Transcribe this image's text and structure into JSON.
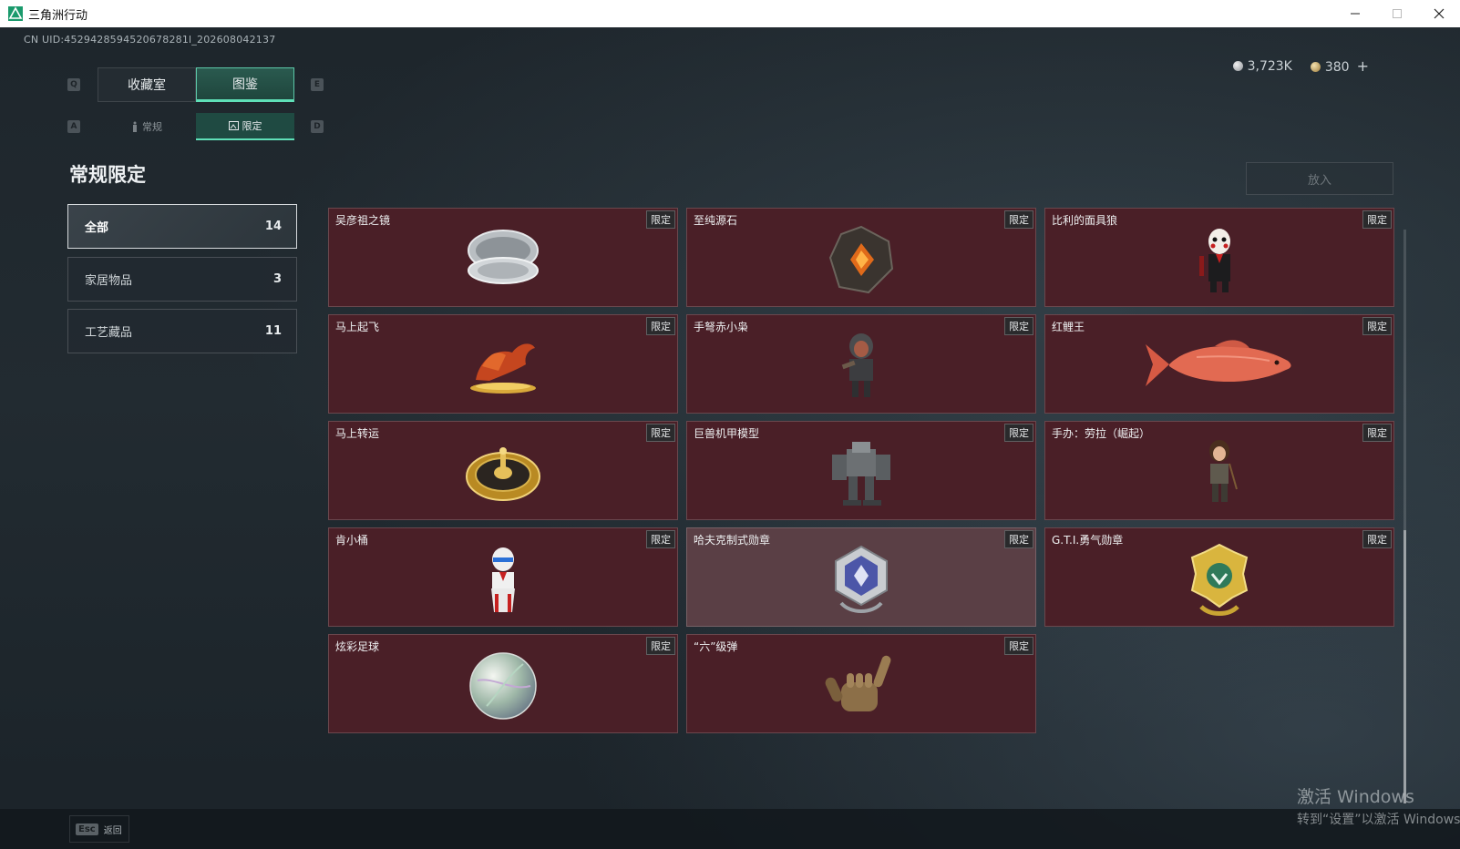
{
  "window": {
    "title": "三角洲行动"
  },
  "header": {
    "uid": "CN UID:4529428594520678281l_202608042137",
    "currency": {
      "silver": "3,723K",
      "gold": "380",
      "plus": "+"
    }
  },
  "keys": {
    "q": "Q",
    "e": "E",
    "a": "A",
    "d": "D"
  },
  "tabs": [
    {
      "label": "收藏室"
    },
    {
      "label": "图鉴"
    }
  ],
  "subtabs": [
    {
      "label": "常规"
    },
    {
      "label": "限定"
    }
  ],
  "section": {
    "title": "常规限定"
  },
  "put_button": "放入",
  "categories": [
    {
      "label": "全部",
      "count": "14"
    },
    {
      "label": "家居物品",
      "count": "3"
    },
    {
      "label": "工艺藏品",
      "count": "11"
    }
  ],
  "badge_label": "限定",
  "items": [
    {
      "name": "吴彦祖之镜",
      "icon": "mirror-icon"
    },
    {
      "name": "至纯源石",
      "icon": "stone-icon"
    },
    {
      "name": "比利的面具狼",
      "icon": "puppet-icon"
    },
    {
      "name": "马上起飞",
      "icon": "horse-icon"
    },
    {
      "name": "手弩赤小枭",
      "icon": "figure-icon"
    },
    {
      "name": "红鲤王",
      "icon": "fish-icon"
    },
    {
      "name": "马上转运",
      "icon": "compass-icon"
    },
    {
      "name": "巨兽机甲模型",
      "icon": "mech-icon"
    },
    {
      "name": "手办：劳拉（崛起）",
      "icon": "lara-icon"
    },
    {
      "name": "肯小桶",
      "icon": "bucket-figure-icon"
    },
    {
      "name": "哈夫克制式勋章",
      "icon": "hexagon-medal-icon"
    },
    {
      "name": "G.T.I.勇气勋章",
      "icon": "gold-medal-icon"
    },
    {
      "name": "炫彩足球",
      "icon": "football-icon"
    },
    {
      "name": "“六”级弹",
      "icon": "hand-sculpture-icon"
    }
  ],
  "footer": {
    "esc_key": "Esc",
    "back_label": "返回"
  },
  "watermark": {
    "line1": "激活 Windows",
    "line2": "转到“设置”以激活 Windows。"
  },
  "colors": {
    "accent": "#5fe0b8",
    "card_bg": "#4a1f27",
    "card_highlight": "#5a3f45"
  }
}
